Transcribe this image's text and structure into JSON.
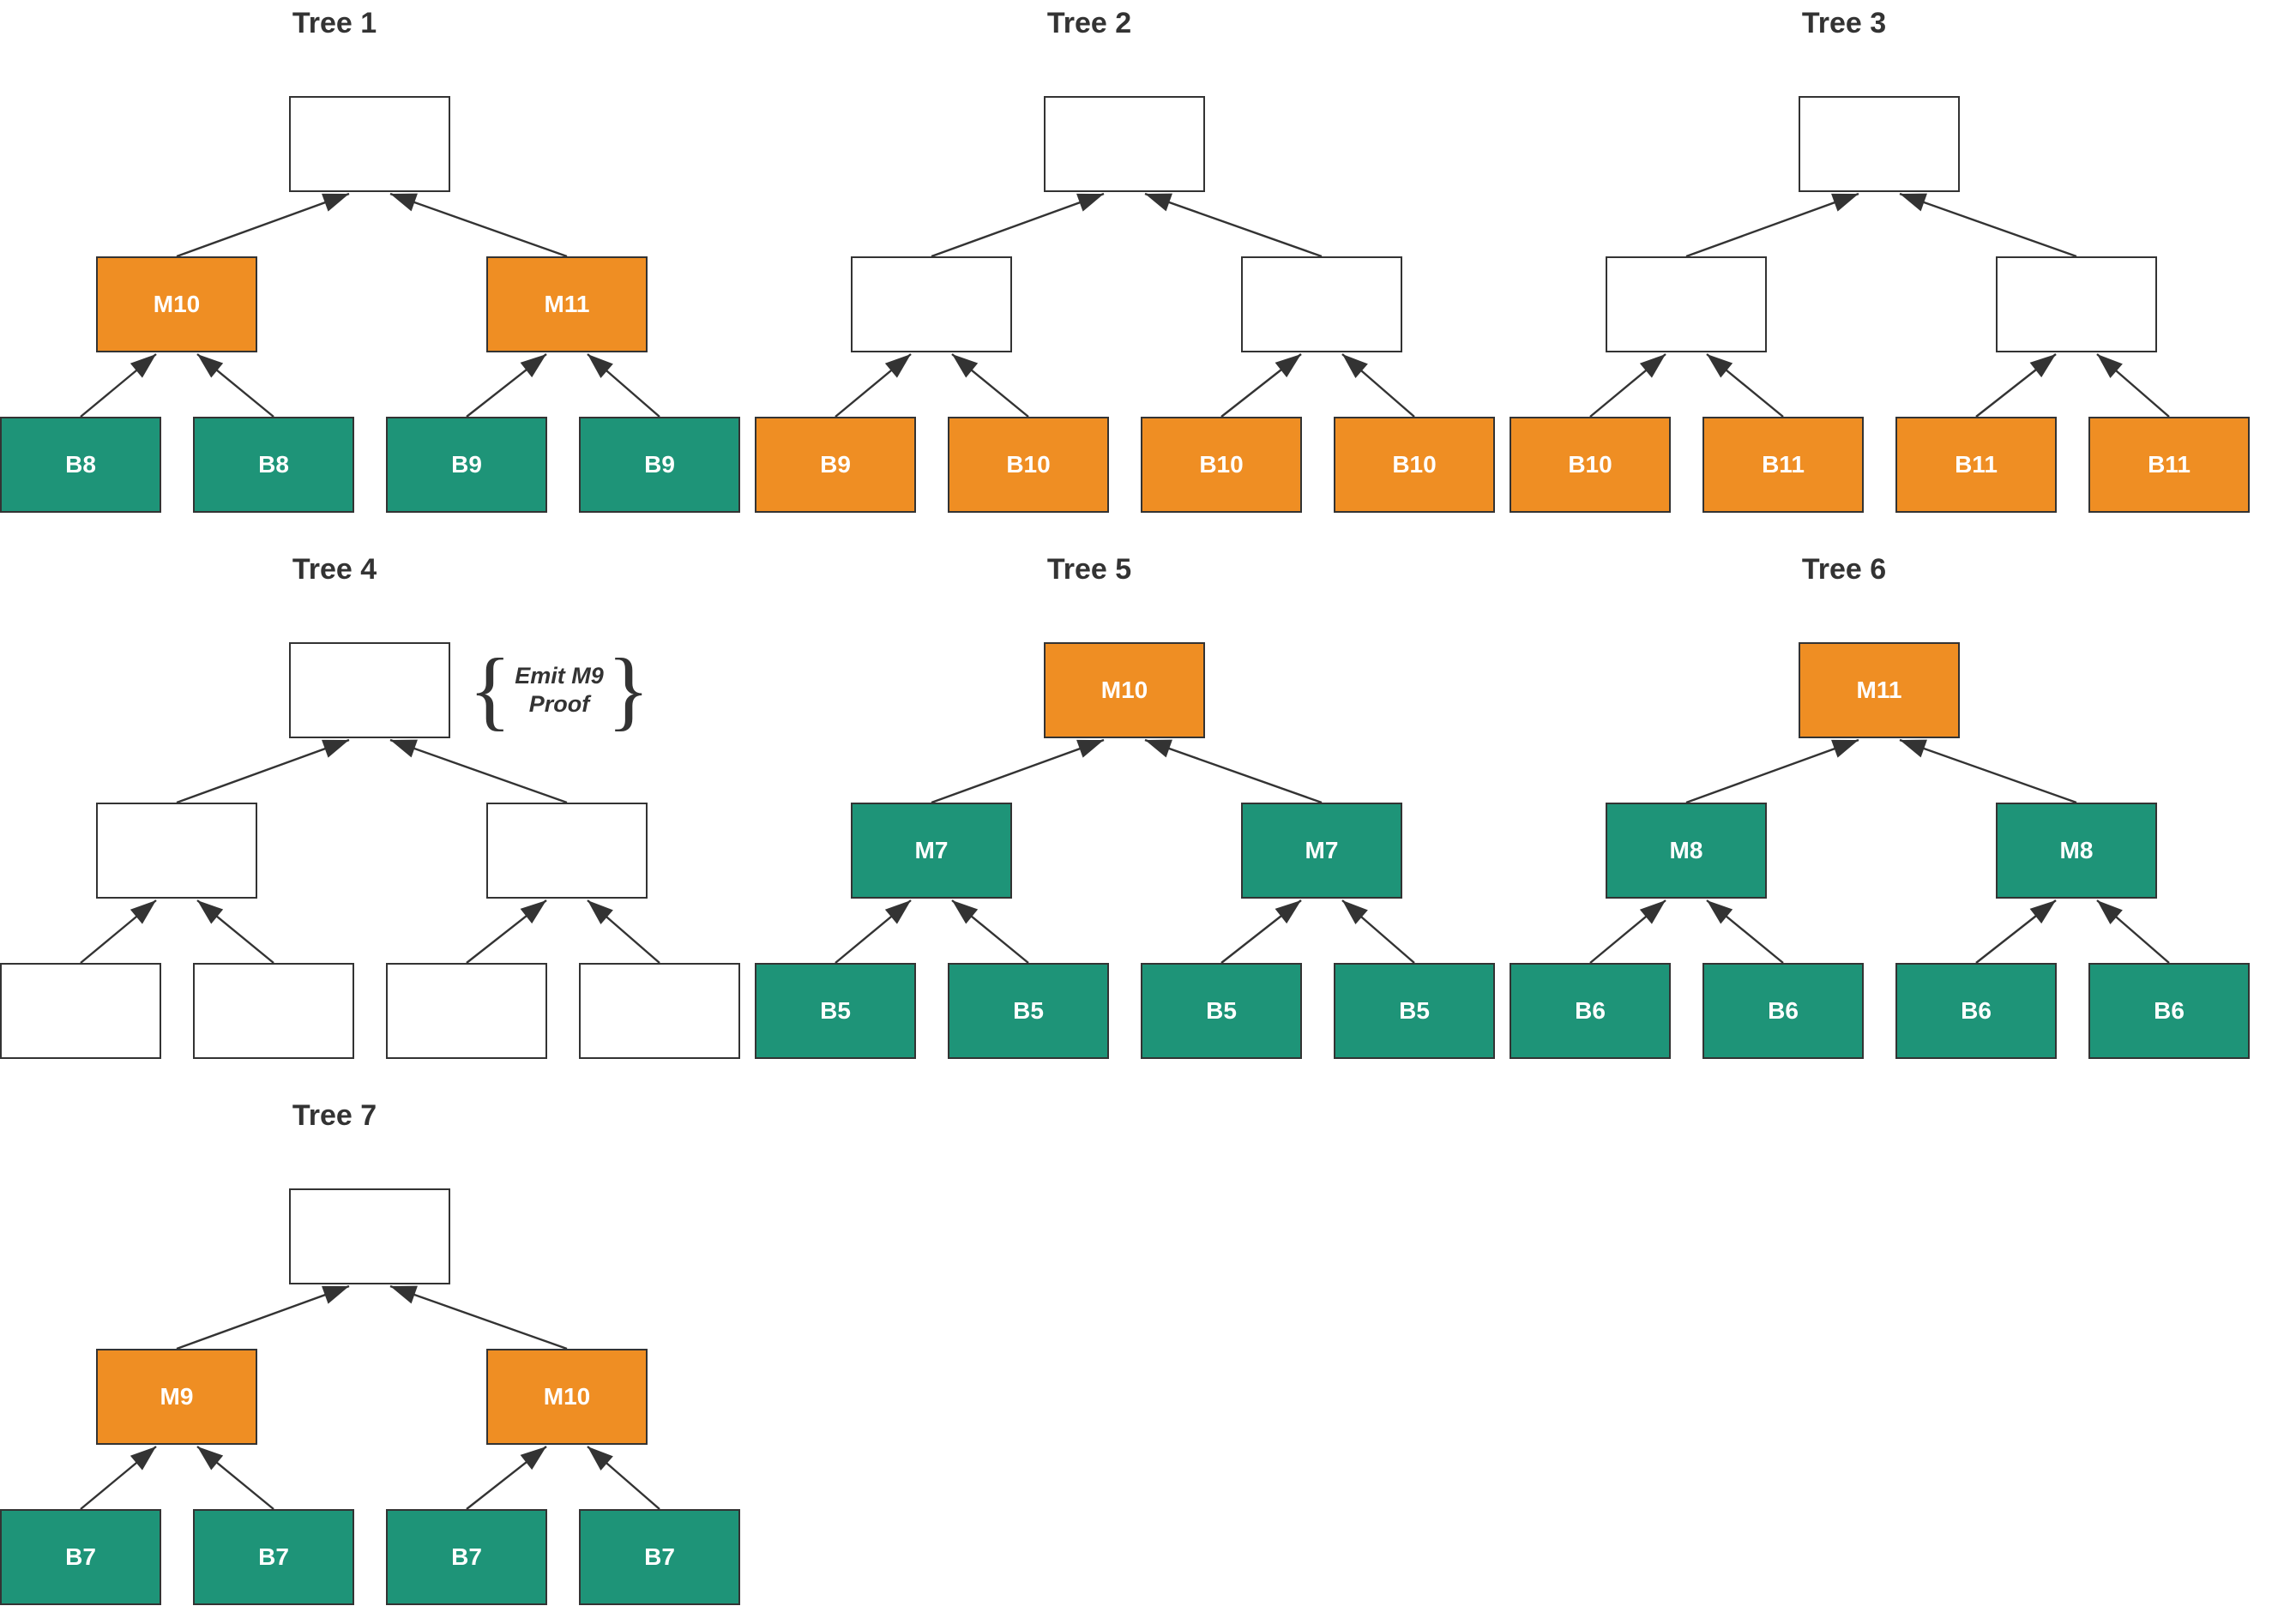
{
  "diagram": {
    "node_colors": {
      "empty_fill": "#ffffff",
      "empty_stroke": "#333333",
      "mid_fill": "#ef8e23",
      "leaf_fill": "#1e9478",
      "text_on_fill": "#ffffff",
      "title_color": "#333333",
      "edge_color": "#333333"
    },
    "trees": [
      {
        "id": "tree-1",
        "title": "Tree 1",
        "col": 0,
        "row": 0,
        "root": {
          "label": "",
          "kind": "empty"
        },
        "level2": [
          {
            "label": "M10",
            "kind": "mid"
          },
          {
            "label": "M11",
            "kind": "mid"
          }
        ],
        "leaves": [
          {
            "label": "B8",
            "kind": "leaf"
          },
          {
            "label": "B8",
            "kind": "leaf"
          },
          {
            "label": "B9",
            "kind": "leaf"
          },
          {
            "label": "B9",
            "kind": "leaf"
          }
        ],
        "annotation": null
      },
      {
        "id": "tree-2",
        "title": "Tree 2",
        "col": 1,
        "row": 0,
        "root": {
          "label": "",
          "kind": "empty"
        },
        "level2": [
          {
            "label": "",
            "kind": "empty"
          },
          {
            "label": "",
            "kind": "empty"
          }
        ],
        "leaves": [
          {
            "label": "B9",
            "kind": "leaf-orange"
          },
          {
            "label": "B10",
            "kind": "leaf-orange"
          },
          {
            "label": "B10",
            "kind": "leaf-orange"
          },
          {
            "label": "B10",
            "kind": "leaf-orange"
          }
        ],
        "annotation": null
      },
      {
        "id": "tree-3",
        "title": "Tree 3",
        "col": 2,
        "row": 0,
        "root": {
          "label": "",
          "kind": "empty"
        },
        "level2": [
          {
            "label": "",
            "kind": "empty"
          },
          {
            "label": "",
            "kind": "empty"
          }
        ],
        "leaves": [
          {
            "label": "B10",
            "kind": "leaf-orange"
          },
          {
            "label": "B11",
            "kind": "leaf-orange"
          },
          {
            "label": "B11",
            "kind": "leaf-orange"
          },
          {
            "label": "B11",
            "kind": "leaf-orange"
          }
        ],
        "annotation": null
      },
      {
        "id": "tree-4",
        "title": "Tree 4",
        "col": 0,
        "row": 1,
        "root": {
          "label": "",
          "kind": "empty"
        },
        "level2": [
          {
            "label": "",
            "kind": "empty"
          },
          {
            "label": "",
            "kind": "empty"
          }
        ],
        "leaves": [
          {
            "label": "",
            "kind": "empty"
          },
          {
            "label": "",
            "kind": "empty"
          },
          {
            "label": "",
            "kind": "empty"
          },
          {
            "label": "",
            "kind": "empty"
          }
        ],
        "annotation": {
          "text": "Emit M9\nProof",
          "left_brace": "{",
          "right_brace": "}"
        }
      },
      {
        "id": "tree-5",
        "title": "Tree 5",
        "col": 1,
        "row": 1,
        "root": {
          "label": "M10",
          "kind": "mid"
        },
        "level2": [
          {
            "label": "M7",
            "kind": "leaf"
          },
          {
            "label": "M7",
            "kind": "leaf"
          }
        ],
        "leaves": [
          {
            "label": "B5",
            "kind": "leaf"
          },
          {
            "label": "B5",
            "kind": "leaf"
          },
          {
            "label": "B5",
            "kind": "leaf"
          },
          {
            "label": "B5",
            "kind": "leaf"
          }
        ],
        "annotation": null
      },
      {
        "id": "tree-6",
        "title": "Tree 6",
        "col": 2,
        "row": 1,
        "root": {
          "label": "M11",
          "kind": "mid"
        },
        "level2": [
          {
            "label": "M8",
            "kind": "leaf"
          },
          {
            "label": "M8",
            "kind": "leaf"
          }
        ],
        "leaves": [
          {
            "label": "B6",
            "kind": "leaf"
          },
          {
            "label": "B6",
            "kind": "leaf"
          },
          {
            "label": "B6",
            "kind": "leaf"
          },
          {
            "label": "B6",
            "kind": "leaf"
          }
        ],
        "annotation": null
      },
      {
        "id": "tree-7",
        "title": "Tree 7",
        "col": 0,
        "row": 2,
        "root": {
          "label": "",
          "kind": "empty"
        },
        "level2": [
          {
            "label": "M9",
            "kind": "mid"
          },
          {
            "label": "M10",
            "kind": "mid"
          }
        ],
        "leaves": [
          {
            "label": "B7",
            "kind": "leaf"
          },
          {
            "label": "B7",
            "kind": "leaf"
          },
          {
            "label": "B7",
            "kind": "leaf"
          },
          {
            "label": "B7",
            "kind": "leaf"
          }
        ],
        "annotation": null
      }
    ]
  }
}
